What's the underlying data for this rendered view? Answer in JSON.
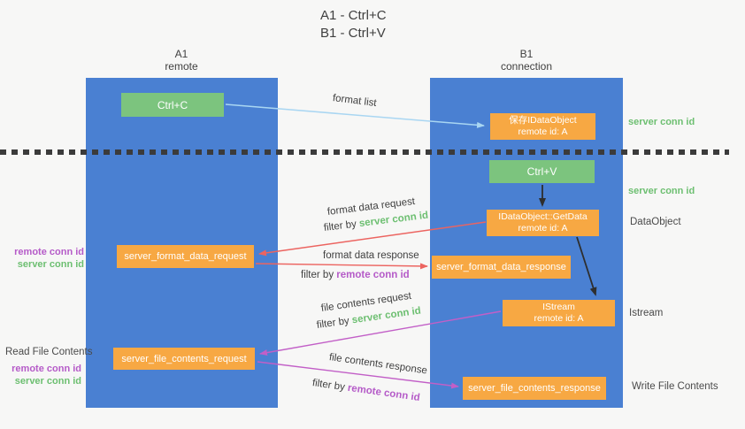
{
  "title": {
    "line1": "A1 - Ctrl+C",
    "line2": "B1 - Ctrl+V"
  },
  "columns": {
    "a1": {
      "name": "A1",
      "subtitle": "remote"
    },
    "b1": {
      "name": "B1",
      "subtitle": "connection"
    }
  },
  "boxes": {
    "ctrl_c": {
      "label": "Ctrl+C"
    },
    "save_idataobject": {
      "line1": "保存IDataObject",
      "line2": "remote id: A"
    },
    "ctrl_v": {
      "label": "Ctrl+V"
    },
    "idataobject_getdata": {
      "line1": "IDataObject::GetData",
      "line2": "remote id: A"
    },
    "istream": {
      "line1": "IStream",
      "line2": "remote id: A"
    },
    "server_format_data_request": {
      "label": "server_format_data_request"
    },
    "server_format_data_response": {
      "label": "server_format_data_response"
    },
    "server_file_contents_request": {
      "label": "server_file_contents_request"
    },
    "server_file_contents_response": {
      "label": "server_file_contents_response"
    }
  },
  "left_labels": {
    "format_ids": {
      "remote": "remote conn id",
      "server": "server conn id"
    },
    "read_file": "Read File Contents",
    "file_ids": {
      "remote": "remote conn id",
      "server": "server conn id"
    }
  },
  "right_labels": {
    "server_conn_top": "server conn id",
    "server_conn_mid": "server conn id",
    "dataobject": "DataObject",
    "istream": "Istream",
    "write_file": "Write File Contents"
  },
  "flow_labels": {
    "format_list": "format list",
    "format_request": {
      "text": "format data request",
      "filter_prefix": "filter by ",
      "filter_key": "server conn id"
    },
    "format_response": {
      "text": "format data response",
      "filter_prefix": "filter by ",
      "filter_key": "remote conn id"
    },
    "file_request": {
      "text": "file contents request",
      "filter_prefix": "filter by ",
      "filter_key": "server conn id"
    },
    "file_response": {
      "text": "file contents response",
      "filter_prefix": "filter by ",
      "filter_key": "remote conn id"
    }
  },
  "colors": {
    "background": "#f7f7f6",
    "column_blue": "#4a80d2",
    "box_green": "#7cc47e",
    "box_orange": "#f7a843",
    "arrow_blue": "#a9d6f2",
    "arrow_red": "#ec6460",
    "arrow_magenta": "#c25fc7",
    "arrow_black": "#2e2e2e",
    "label_green": "#6dbf71",
    "label_purple": "#b55bc8",
    "text_dark": "#3f3f3f",
    "divider_dark": "#3b3b3b"
  }
}
